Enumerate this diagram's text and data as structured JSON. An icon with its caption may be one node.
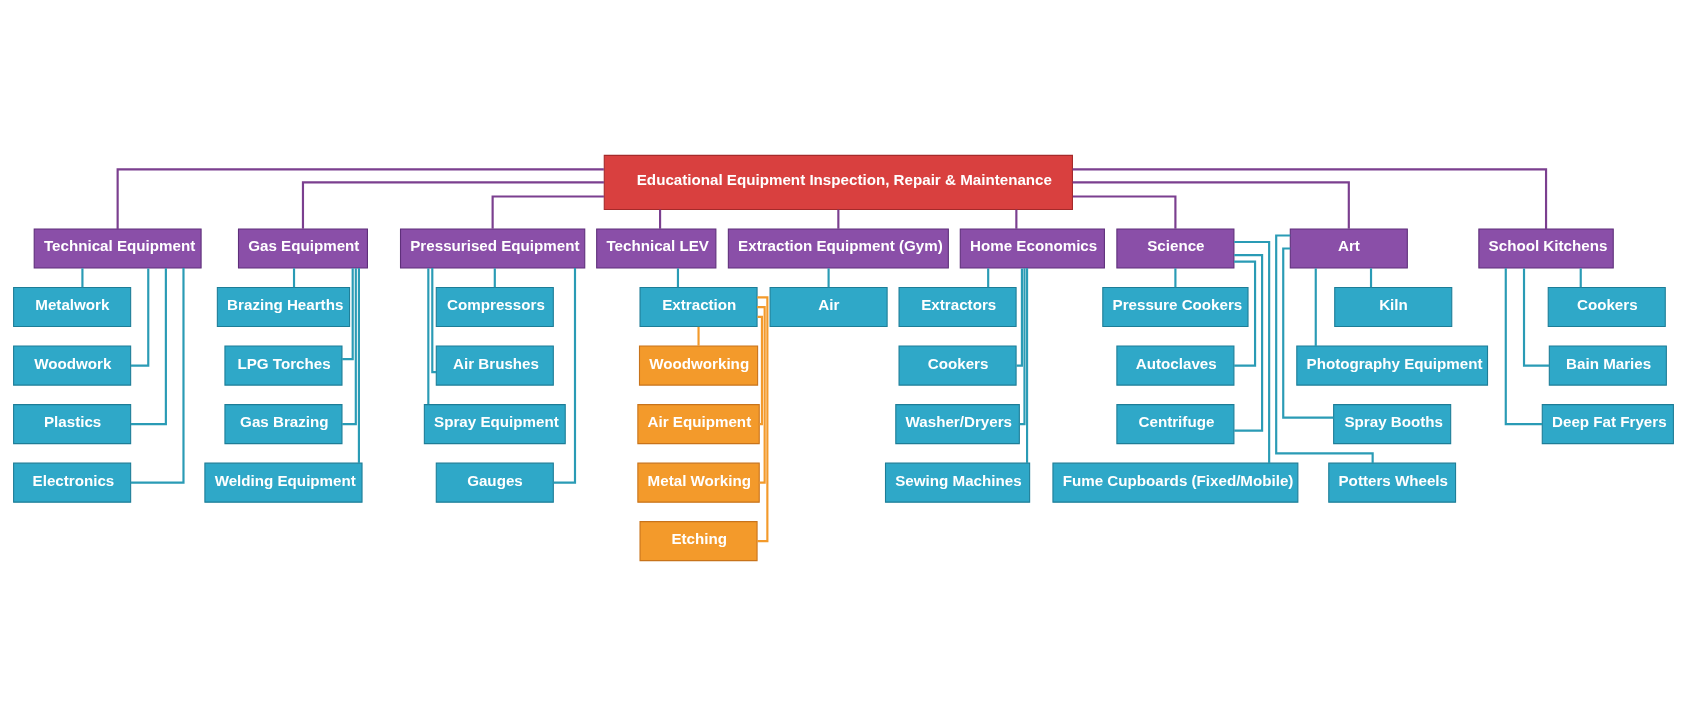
{
  "diagram": {
    "nodes": [
      {
        "text": [
          "Educational Equipment Inspection, Repair & Maintenance"
        ]
      },
      {
        "text": [
          "Technical Equipment"
        ]
      },
      {
        "text": [
          "Metalwork"
        ]
      },
      {
        "text": [
          "Woodwork"
        ]
      },
      {
        "text": [
          "Plastics"
        ]
      },
      {
        "text": [
          "Electronics"
        ]
      },
      {
        "text": [
          "Gas Equipment"
        ]
      },
      {
        "text": [
          "Brazing Hearths"
        ]
      },
      {
        "text": [
          "LPG Torches"
        ]
      },
      {
        "text": [
          "Gas Brazing"
        ]
      },
      {
        "text": [
          "Welding Equipment"
        ]
      },
      {
        "text": [
          "Pressurised Equipment"
        ]
      },
      {
        "text": [
          "Compressors"
        ]
      },
      {
        "text": [
          "Air Brushes"
        ]
      },
      {
        "text": [
          "Spray Equipment"
        ]
      },
      {
        "text": [
          "Gauges"
        ]
      },
      {
        "text": [
          "Technical LEV"
        ]
      },
      {
        "text": [
          "Extraction"
        ]
      },
      {
        "text": [
          "Woodworking"
        ]
      },
      {
        "text": [
          "Air Equipment"
        ]
      },
      {
        "text": [
          "Metal Working"
        ]
      },
      {
        "text": [
          "Etching"
        ]
      },
      {
        "text": [
          "Extraction Equipment (Gym)"
        ]
      },
      {
        "text": [
          "Air"
        ]
      },
      {
        "text": [
          "Home Economics"
        ]
      },
      {
        "text": [
          "Extractors"
        ]
      },
      {
        "text": [
          "Cookers"
        ]
      },
      {
        "text": [
          "Washer/Dryers"
        ]
      },
      {
        "text": [
          "Sewing Machines"
        ]
      },
      {
        "text": [
          "Science"
        ]
      },
      {
        "text": [
          "Pressure Cookers"
        ]
      },
      {
        "text": [
          "Autoclaves"
        ]
      },
      {
        "text": [
          "Centrifuge"
        ]
      },
      {
        "text": [
          "Fume Cupboards (Fixed/Mobile)"
        ]
      },
      {
        "text": [
          "Art"
        ]
      },
      {
        "text": [
          "Kiln"
        ]
      },
      {
        "text": [
          "Photography Equipment"
        ]
      },
      {
        "text": [
          "Spray Booths"
        ]
      },
      {
        "text": [
          "Potters Wheels"
        ]
      },
      {
        "text": [
          "School Kitchens"
        ]
      },
      {
        "text": [
          "Cookers"
        ]
      },
      {
        "text": [
          "Bain Maries"
        ]
      },
      {
        "text": [
          "Deep Fat Fryers"
        ]
      }
    ],
    "edges": [
      {
        "from": 0,
        "to": 1,
        "arrow": "none",
        "color": "#7b3f8f"
      },
      {
        "from": 0,
        "to": 6,
        "arrow": "none",
        "color": "#7b3f8f"
      },
      {
        "from": 0,
        "to": 11,
        "arrow": "none",
        "color": "#7b3f8f"
      },
      {
        "from": 0,
        "to": 16,
        "arrow": "none",
        "color": "#7b3f8f"
      },
      {
        "from": 0,
        "to": 22,
        "arrow": "none",
        "color": "#7b3f8f"
      },
      {
        "from": 0,
        "to": 24,
        "arrow": "none",
        "color": "#7b3f8f"
      },
      {
        "from": 0,
        "to": 29,
        "arrow": "none",
        "color": "#7b3f8f"
      },
      {
        "from": 0,
        "to": 34,
        "arrow": "none",
        "color": "#7b3f8f"
      },
      {
        "from": 0,
        "to": 39,
        "arrow": "none",
        "color": "#7b3f8f"
      },
      {
        "from": 1,
        "to": 2,
        "arrow": "none"
      },
      {
        "from": 1,
        "to": 3,
        "arrow": "none"
      },
      {
        "from": 1,
        "to": 4,
        "arrow": "none"
      },
      {
        "from": 1,
        "to": 5,
        "arrow": "none"
      },
      {
        "from": 6,
        "to": 7,
        "arrow": "none"
      },
      {
        "from": 6,
        "to": 8,
        "arrow": "none"
      },
      {
        "from": 6,
        "to": 9,
        "arrow": "none"
      },
      {
        "from": 6,
        "to": 10,
        "arrow": "none"
      },
      {
        "from": 11,
        "to": 12,
        "arrow": "none"
      },
      {
        "from": 11,
        "to": 13,
        "arrow": "none"
      },
      {
        "from": 11,
        "to": 14,
        "arrow": "none"
      },
      {
        "from": 11,
        "to": 15,
        "arrow": "none"
      },
      {
        "from": 16,
        "to": 17,
        "arrow": "none"
      },
      {
        "from": 17,
        "to": 18,
        "arrow": "none",
        "color": "#f39a2b"
      },
      {
        "from": 17,
        "to": 19,
        "arrow": "none",
        "color": "#f39a2b"
      },
      {
        "from": 17,
        "to": 20,
        "arrow": "none",
        "color": "#f39a2b"
      },
      {
        "from": 17,
        "to": 21,
        "arrow": "none",
        "color": "#f39a2b"
      },
      {
        "from": 22,
        "to": 23,
        "arrow": "none"
      },
      {
        "from": 24,
        "to": 25,
        "arrow": "none"
      },
      {
        "from": 24,
        "to": 26,
        "arrow": "none"
      },
      {
        "from": 24,
        "to": 27,
        "arrow": "none"
      },
      {
        "from": 24,
        "to": 28,
        "arrow": "none"
      },
      {
        "from": 29,
        "to": 30,
        "arrow": "none"
      },
      {
        "from": 29,
        "to": 31,
        "arrow": "none"
      },
      {
        "from": 29,
        "to": 32,
        "arrow": "none"
      },
      {
        "from": 29,
        "to": 33,
        "arrow": "none"
      },
      {
        "from": 34,
        "to": 35,
        "arrow": "none"
      },
      {
        "from": 34,
        "to": 36,
        "arrow": "none"
      },
      {
        "from": 34,
        "to": 37,
        "arrow": "none"
      },
      {
        "from": 34,
        "to": 38,
        "arrow": "none"
      },
      {
        "from": 39,
        "to": 40,
        "arrow": "none"
      },
      {
        "from": 39,
        "to": 41,
        "arrow": "none"
      },
      {
        "from": 39,
        "to": 42,
        "arrow": "none"
      }
    ]
  }
}
